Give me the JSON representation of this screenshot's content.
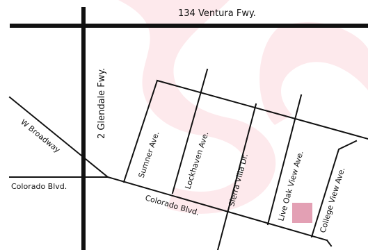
{
  "map": {
    "watermark_color": "#fde9ec",
    "line_color": "#111111",
    "marker_color": "#e3a0b4",
    "freeways": {
      "ventura": "134 Ventura Fwy.",
      "glendale": "2 Glendale Fwy."
    },
    "streets": {
      "w_broadway": "W Broadway",
      "colorado_west": "Colorado Blvd.",
      "colorado_diag": "Colorado Blvd.",
      "sumner": "Sumner Ave.",
      "lockhaven": "Lockhaven Ave.",
      "sierra_villa": "Sierra Villa Dr.",
      "live_oak": "Live Oak View Ave.",
      "college_view": "College View Ave."
    },
    "marker": "location-marker"
  }
}
